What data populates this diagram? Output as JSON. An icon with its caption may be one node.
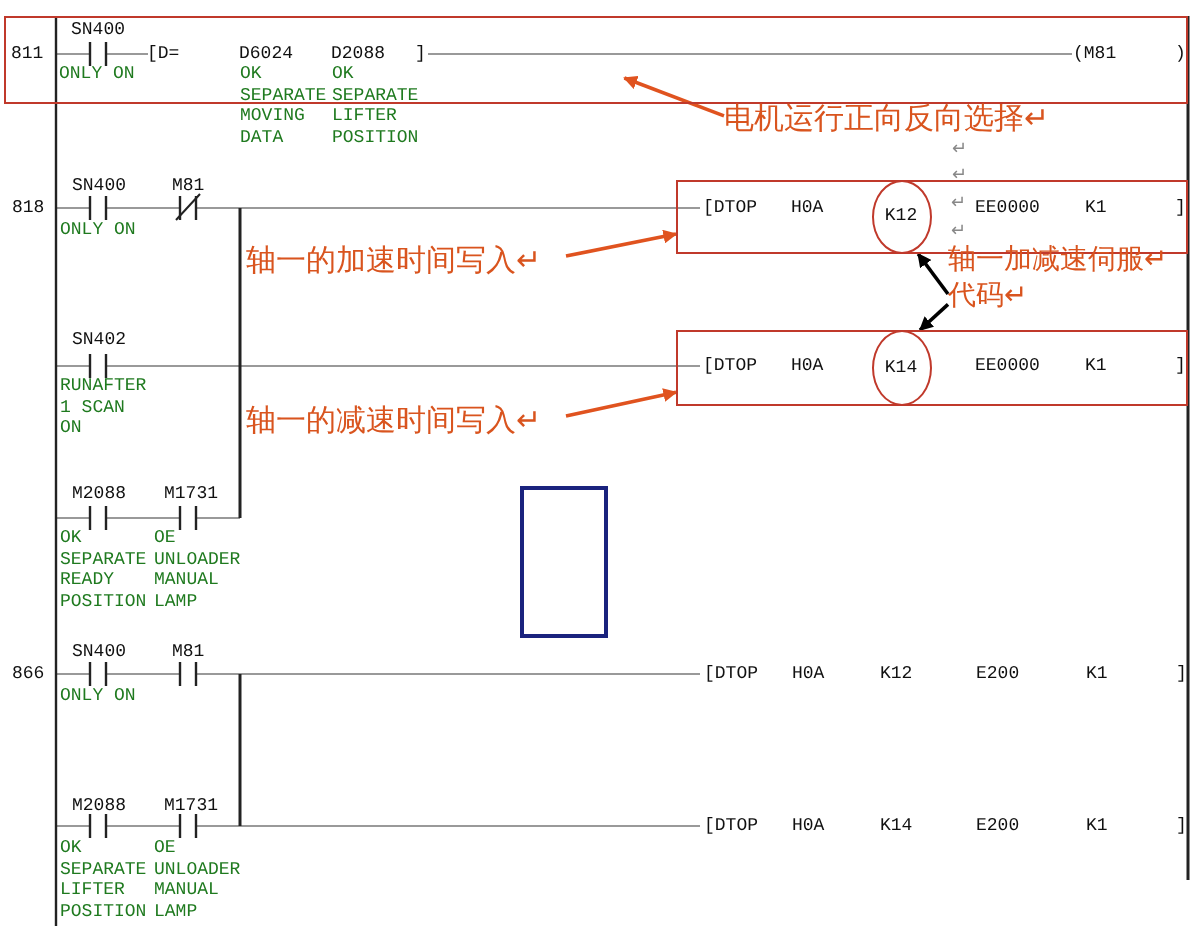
{
  "diagram": {
    "nodes": [
      {
        "text": [
          "811",
          "SN400",
          "ONLY ON",
          "[D=",
          "D6024",
          "D2088",
          "]",
          "(M81",
          ")"
        ]
      },
      {
        "text": [
          "电机运行正向反向选择↵"
        ]
      },
      {
        "text": [
          "[DTOP",
          "H0A",
          "↵",
          "EE0000",
          "K1",
          "]",
          "↵"
        ]
      },
      {
        "text": [
          "K12"
        ],
        "in": 2
      },
      {
        "text": [
          "轴一的加速时间写入↵"
        ]
      },
      {
        "text": [
          "轴一加减速伺服↵代码↵"
        ]
      },
      {
        "text": [
          "[DTOP",
          "H0A",
          "EE0000",
          "K1",
          "]"
        ]
      },
      {
        "text": [
          "K14"
        ],
        "in": 6
      },
      {
        "text": [
          "轴一的减速时间写入↵"
        ]
      }
    ],
    "edges": [
      {
        "from": 1,
        "to": 0,
        "arrow": "to"
      },
      {
        "from": 4,
        "to": 2,
        "arrow": "to"
      },
      {
        "from": 8,
        "to": 6,
        "arrow": "to"
      },
      {
        "from": 5,
        "to": 3,
        "arrow": "to",
        "color": "#000000"
      },
      {
        "from": 5,
        "to": 7,
        "arrow": "to",
        "color": "#000000"
      }
    ],
    "labels": [
      "OK SEPARATE MOVING DATA",
      "OK SEPARATE LIFTER POSITION",
      "↵",
      "↵",
      "818",
      "SN400",
      "M81",
      "ONLY ON",
      "SN402",
      "RUNAFTER 1 SCAN ON",
      "M2088",
      "M1731",
      "OK SEPARATE READY POSITION",
      "OE UNLOADER MANUAL LAMP",
      "866",
      "SN400",
      "M81",
      "ONLY ON",
      "[DTOP",
      "H0A",
      "K12",
      "E200",
      "K1",
      "]",
      "M2088",
      "M1731",
      "OK SEPARATE LIFTER POSITION",
      "OE UNLOADER MANUAL LAMP",
      "[DTOP",
      "H0A",
      "K14",
      "E200",
      "K1",
      "]"
    ]
  }
}
